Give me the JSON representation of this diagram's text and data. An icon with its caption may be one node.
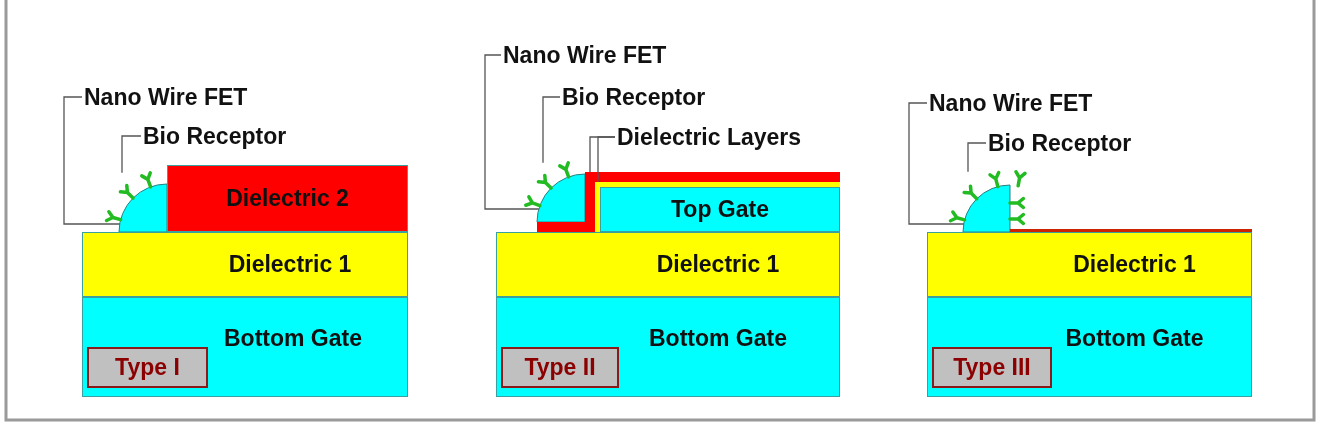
{
  "diagram": {
    "nodes": [
      {
        "text": [
          "Nano Wire FET"
        ]
      },
      {
        "text": [
          "Bio Receptor"
        ]
      },
      {
        "text": [],
        "shape": "dome"
      },
      {
        "text": [],
        "shape": "receptor"
      },
      {
        "text": [
          "Dielectric 2"
        ]
      },
      {
        "text": [
          "Dielectric 1"
        ]
      },
      {
        "text": [
          "Bottom Gate"
        ]
      },
      {
        "text": [
          "Type I"
        ],
        "in": 6
      },
      {
        "text": [
          "Nano Wire FET"
        ]
      },
      {
        "text": [
          "Bio Receptor"
        ]
      },
      {
        "text": [
          "Dielectric Layers"
        ]
      },
      {
        "text": [],
        "shape": "dome"
      },
      {
        "text": [],
        "shape": "receptor"
      },
      {
        "text": [],
        "shape": "band"
      },
      {
        "text": [],
        "shape": "band"
      },
      {
        "text": [
          "Top Gate"
        ]
      },
      {
        "text": [
          "Dielectric 1"
        ]
      },
      {
        "text": [
          "Bottom Gate"
        ]
      },
      {
        "text": [
          "Type II"
        ],
        "in": 17
      },
      {
        "text": [
          "Nano Wire FET"
        ]
      },
      {
        "text": [
          "Bio Receptor"
        ]
      },
      {
        "text": [],
        "shape": "dome"
      },
      {
        "text": [],
        "shape": "receptor"
      },
      {
        "text": [],
        "shape": "band"
      },
      {
        "text": [
          "Dielectric 1"
        ]
      },
      {
        "text": [
          "Bottom Gate"
        ]
      },
      {
        "text": [
          "Type III"
        ],
        "in": 25
      }
    ],
    "edges": [
      {
        "from": 0,
        "to": 2,
        "arrow": "none"
      },
      {
        "from": 1,
        "to": 3,
        "arrow": "none"
      },
      {
        "from": 8,
        "to": 11,
        "arrow": "none"
      },
      {
        "from": 9,
        "to": 12,
        "arrow": "none"
      },
      {
        "from": 10,
        "to": 13,
        "arrow": "none"
      },
      {
        "from": 10,
        "to": 14,
        "arrow": "none"
      },
      {
        "from": 19,
        "to": 21,
        "arrow": "none"
      },
      {
        "from": 20,
        "to": 22,
        "arrow": "none"
      }
    ]
  }
}
